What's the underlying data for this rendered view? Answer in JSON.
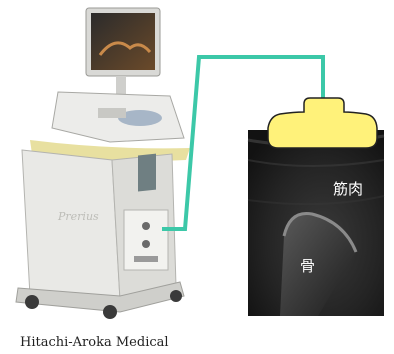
{
  "diagram": {
    "labels": {
      "muscle": "筋肉",
      "bone": "骨"
    },
    "caption": "Hitachi-Aroka Medical"
  },
  "colors": {
    "cable": "#3cc8a8",
    "probe_fill": "#fff27a",
    "probe_stroke": "#222222",
    "image_bg": "#161616",
    "machine_body": "#e9e9e6",
    "machine_accent": "#e8e0a0",
    "label_text": "#ffffff"
  }
}
